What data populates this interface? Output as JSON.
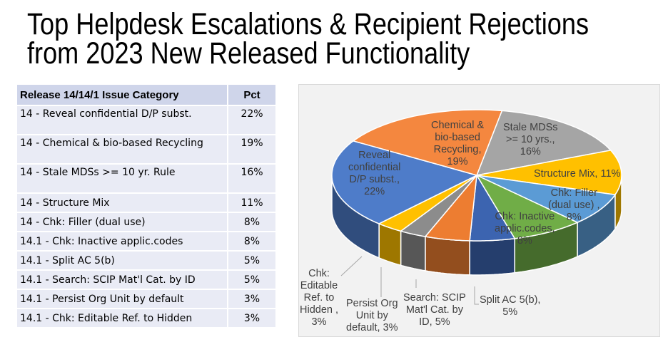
{
  "title": {
    "line1": "Top Helpdesk Escalations & Recipient Rejections",
    "line2": "from 2023 New Released Functionality"
  },
  "table": {
    "headers": [
      "Release 14/14/1 Issue Category",
      "Pct"
    ],
    "rows": [
      {
        "category": "14 - Reveal confidential D/P subst.",
        "pct": "22%"
      },
      {
        "category": "14 - Chemical & bio-based Recycling",
        "pct": "19%"
      },
      {
        "category": "14 - Stale MDSs >= 10 yr. Rule",
        "pct": "16%"
      },
      {
        "category": "14 - Structure Mix",
        "pct": "11%"
      },
      {
        "category": "14 - Chk: Filler (dual use)",
        "pct": "8%"
      },
      {
        "category": "14.1 - Chk: Inactive applic.codes",
        "pct": "8%"
      },
      {
        "category": "14.1 - Split AC 5(b)",
        "pct": "5%"
      },
      {
        "category": "14.1 - Search: SCIP Mat'l Cat. by ID",
        "pct": "5%"
      },
      {
        "category": "14.1 - Persist Org Unit by default",
        "pct": "3%"
      },
      {
        "category": "14.1 - Chk: Editable Ref. to Hidden",
        "pct": "3%"
      }
    ]
  },
  "chart_data": {
    "type": "pie",
    "style": "3d-exploded-perspective",
    "title": "",
    "legend": "none",
    "slices": [
      {
        "label": [
          "Stale MDSs",
          ">= 10 yrs.,",
          "16%"
        ],
        "value": 16,
        "color": "#a5a5a5"
      },
      {
        "label": [
          "Structure Mix, 11%"
        ],
        "value": 11,
        "color": "#ffc000"
      },
      {
        "label": [
          "Chk: Filler",
          "(dual use) ,",
          "8%"
        ],
        "value": 8,
        "color": "#5b9bd5"
      },
      {
        "label": [
          "Chk: Inactive",
          "applic.codes,",
          "8%"
        ],
        "value": 8,
        "color": "#70ad47"
      },
      {
        "label": [
          "Split AC 5(b),",
          "5%"
        ],
        "value": 5,
        "color": "#3c64b0"
      },
      {
        "label": [
          "Search: SCIP",
          "Mat'l Cat. by",
          "ID, 5%"
        ],
        "value": 5,
        "color": "#ed7d31"
      },
      {
        "label": [
          "Persist Org",
          "Unit by",
          "default, 3%"
        ],
        "value": 3,
        "color": "#8c8c8c"
      },
      {
        "label": [
          "Chk:",
          "Editable",
          "Ref. to",
          "Hidden ,",
          "3%"
        ],
        "value": 3,
        "color": "#ffc000"
      },
      {
        "label": [
          "Reveal",
          "confidential",
          "D/P subst.,",
          "22%"
        ],
        "value": 22,
        "color": "#4e7cc9"
      },
      {
        "label": [
          "Chemical &",
          "bio-based",
          "Recycling,",
          "19%"
        ],
        "value": 19,
        "color": "#f4873f"
      }
    ]
  }
}
